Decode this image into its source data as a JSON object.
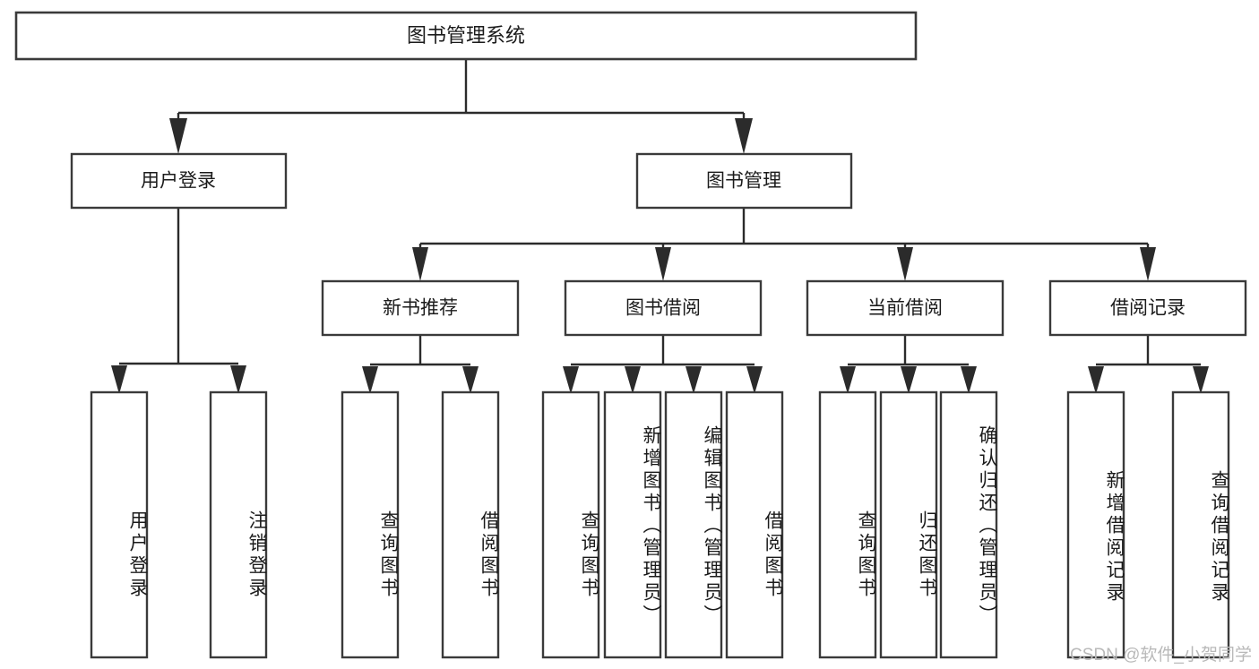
{
  "diagram": {
    "title": "图书管理系统",
    "watermark": "CSDN @软件_小贺同学",
    "type": "tree-hierarchy",
    "colors": {
      "box_stroke": "#3a3a3a",
      "connector": "#2b2b2b",
      "background": "#ffffff",
      "text": "#1b1b1b",
      "watermark": "#b9b9b9"
    },
    "root": {
      "label": "图书管理系统"
    },
    "level2": [
      {
        "label": "用户登录"
      },
      {
        "label": "图书管理"
      }
    ],
    "level3": [
      {
        "label": "新书推荐"
      },
      {
        "label": "图书借阅"
      },
      {
        "label": "当前借阅"
      },
      {
        "label": "借阅记录"
      }
    ],
    "leaves": {
      "user_login": [
        {
          "label": "用户登录"
        },
        {
          "label": "注销登录"
        }
      ],
      "new_book_recommend": [
        {
          "label": "查询图书"
        },
        {
          "label": "借阅图书"
        }
      ],
      "book_borrow": [
        {
          "label": "查询图书"
        },
        {
          "label": "新增图书（管理员）"
        },
        {
          "label": "编辑图书（管理员）"
        },
        {
          "label": "借阅图书"
        }
      ],
      "current_borrow": [
        {
          "label": "查询图书"
        },
        {
          "label": "归还图书"
        },
        {
          "label": "确认归还（管理员）"
        }
      ],
      "borrow_record": [
        {
          "label": "新增借阅记录"
        },
        {
          "label": "查询借阅记录"
        }
      ]
    }
  }
}
